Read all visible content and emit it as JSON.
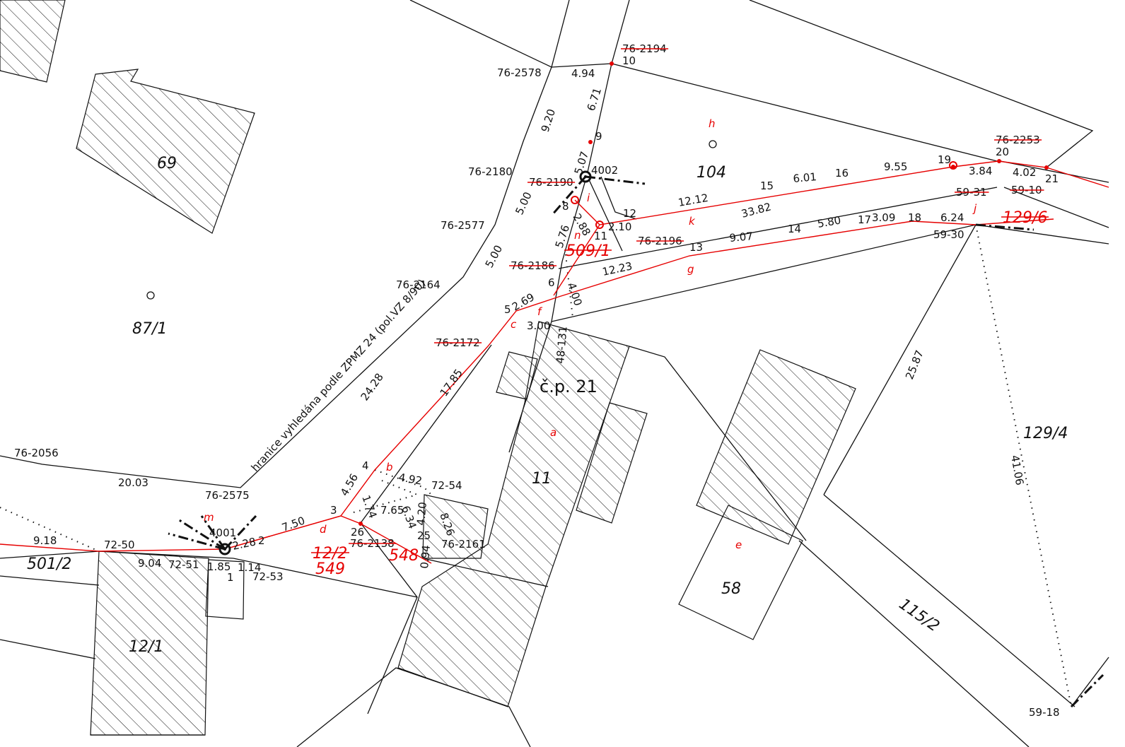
{
  "colors": {
    "line": "#111111",
    "change": "#e60000",
    "background": "#ffffff"
  },
  "labels": [
    {
      "t": "76-2578",
      "s": "k"
    },
    {
      "t": "4.94",
      "s": "k"
    },
    {
      "t": "10",
      "s": "k"
    },
    {
      "t": "9.20",
      "s": "k"
    },
    {
      "t": "6.71",
      "s": "k"
    },
    {
      "t": "9",
      "s": "k"
    },
    {
      "t": "69",
      "s": "ki"
    },
    {
      "t": "76-2180",
      "s": "k"
    },
    {
      "t": "5.07",
      "s": "k"
    },
    {
      "t": "4002",
      "s": "k"
    },
    {
      "t": "104",
      "s": "ki"
    },
    {
      "t": "15",
      "s": "k"
    },
    {
      "t": "6.01",
      "s": "k"
    },
    {
      "t": "16",
      "s": "k"
    },
    {
      "t": "9.55",
      "s": "k"
    },
    {
      "t": "19",
      "s": "k"
    },
    {
      "t": "20",
      "s": "k"
    },
    {
      "t": "3.84",
      "s": "k"
    },
    {
      "t": "4.02",
      "s": "k"
    },
    {
      "t": "21",
      "s": "k"
    },
    {
      "t": "5.00",
      "s": "k"
    },
    {
      "t": "8",
      "s": "k"
    },
    {
      "t": "2.88",
      "s": "k"
    },
    {
      "t": "12",
      "s": "k"
    },
    {
      "t": "12.12",
      "s": "k"
    },
    {
      "t": "33.82",
      "s": "k"
    },
    {
      "t": "76-2577",
      "s": "k"
    },
    {
      "t": "11",
      "s": "k"
    },
    {
      "t": "2.10",
      "s": "k"
    },
    {
      "t": "5.76",
      "s": "k"
    },
    {
      "t": "5.00",
      "s": "k"
    },
    {
      "t": "13",
      "s": "k"
    },
    {
      "t": "9.07",
      "s": "k"
    },
    {
      "t": "14",
      "s": "k"
    },
    {
      "t": "5.80",
      "s": "k"
    },
    {
      "t": "17",
      "s": "k"
    },
    {
      "t": "3.09",
      "s": "k"
    },
    {
      "t": "18",
      "s": "k"
    },
    {
      "t": "6.24",
      "s": "k"
    },
    {
      "t": "59-30",
      "s": "k"
    },
    {
      "t": "12.23",
      "s": "k"
    },
    {
      "t": "76-2164",
      "s": "k"
    },
    {
      "t": "6",
      "s": "k"
    },
    {
      "t": "4.00",
      "s": "k"
    },
    {
      "t": "5",
      "s": "k"
    },
    {
      "t": "2.69",
      "s": "k"
    },
    {
      "t": "3.00",
      "s": "k"
    },
    {
      "t": "48-131",
      "s": "k"
    },
    {
      "t": "87/1",
      "s": "ki"
    },
    {
      "t": "č.p. 21",
      "s": "kb"
    },
    {
      "t": "25.87",
      "s": "k"
    },
    {
      "t": "24.28",
      "s": "k"
    },
    {
      "t": "hranice vyhledána podle ZPMZ 24 (pol.VZ 8/90)",
      "s": "k"
    },
    {
      "t": "17.85",
      "s": "k"
    },
    {
      "t": "129/4",
      "s": "ki"
    },
    {
      "t": "76-2056",
      "s": "k"
    },
    {
      "t": "11",
      "s": "ki"
    },
    {
      "t": "41.06",
      "s": "k"
    },
    {
      "t": "4",
      "s": "k"
    },
    {
      "t": "4.92",
      "s": "k"
    },
    {
      "t": "72-54",
      "s": "k"
    },
    {
      "t": "20.03",
      "s": "k"
    },
    {
      "t": "76-2575",
      "s": "k"
    },
    {
      "t": "4.56",
      "s": "k"
    },
    {
      "t": "3",
      "s": "k"
    },
    {
      "t": "1.74",
      "s": "k"
    },
    {
      "t": "7.65",
      "s": "k"
    },
    {
      "t": "6.34",
      "s": "k"
    },
    {
      "t": "4.20",
      "s": "k"
    },
    {
      "t": "8.26",
      "s": "k"
    },
    {
      "t": "4001",
      "s": "k"
    },
    {
      "t": "7.50",
      "s": "k"
    },
    {
      "t": "26",
      "s": "k"
    },
    {
      "t": "2",
      "s": "k"
    },
    {
      "t": "2.28",
      "s": "k"
    },
    {
      "t": "9.18",
      "s": "k"
    },
    {
      "t": "72-50",
      "s": "k"
    },
    {
      "t": "25",
      "s": "k"
    },
    {
      "t": "76-2161",
      "s": "k"
    },
    {
      "t": "9.04",
      "s": "k"
    },
    {
      "t": "72-51",
      "s": "k"
    },
    {
      "t": "1.85",
      "s": "k"
    },
    {
      "t": "1.14",
      "s": "k"
    },
    {
      "t": "1",
      "s": "k"
    },
    {
      "t": "72-53",
      "s": "k"
    },
    {
      "t": "0.94",
      "s": "k"
    },
    {
      "t": "501/2",
      "s": "ki"
    },
    {
      "t": "58",
      "s": "ki"
    },
    {
      "t": "115/2",
      "s": "ki"
    },
    {
      "t": "12/1",
      "s": "ki"
    },
    {
      "t": "59-18",
      "s": "k"
    },
    {
      "t": "76-2194",
      "s": "ks"
    },
    {
      "t": "76-2253",
      "s": "ks"
    },
    {
      "t": "76-2190",
      "s": "ks"
    },
    {
      "t": "59-31",
      "s": "ks"
    },
    {
      "t": "59-10",
      "s": "ks"
    },
    {
      "t": "76-2196",
      "s": "ks"
    },
    {
      "t": "76-2186",
      "s": "ks"
    },
    {
      "t": "76-2172",
      "s": "ks"
    },
    {
      "t": "76-2138",
      "s": "ks"
    },
    {
      "t": "h",
      "s": "r"
    },
    {
      "t": "i",
      "s": "r"
    },
    {
      "t": "k",
      "s": "r"
    },
    {
      "t": "n",
      "s": "r"
    },
    {
      "t": "509/1",
      "s": "rsi"
    },
    {
      "t": "j",
      "s": "r"
    },
    {
      "t": "129/6",
      "s": "rsi"
    },
    {
      "t": "g",
      "s": "r"
    },
    {
      "t": "f",
      "s": "r"
    },
    {
      "t": "c",
      "s": "r"
    },
    {
      "t": "b",
      "s": "r"
    },
    {
      "t": "m",
      "s": "r"
    },
    {
      "t": "d",
      "s": "r"
    },
    {
      "t": "12/2",
      "s": "rsi"
    },
    {
      "t": "549",
      "s": "ri"
    },
    {
      "t": "548",
      "s": "ri"
    },
    {
      "t": "a",
      "s": "r"
    },
    {
      "t": "e",
      "s": "r"
    }
  ]
}
